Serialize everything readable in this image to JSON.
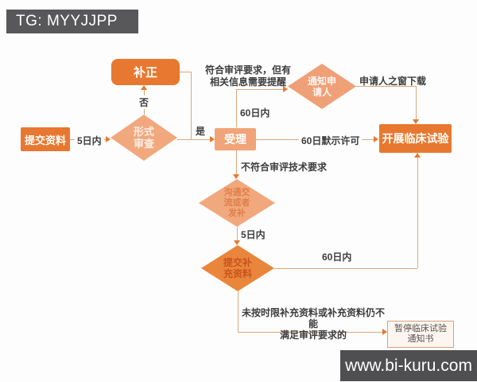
{
  "badge": {
    "text": "TG: MYYJJPP",
    "bg": "#58585A",
    "color": "#ffffff"
  },
  "watermark": {
    "text": "www.bi-kuru.com",
    "bg": "#4F4F51",
    "color": "#ffffff"
  },
  "colors": {
    "solid_orange": "#E8782F",
    "light_orange_fill": "#F1A87D",
    "acceptance_fill": "#F0A478",
    "notify_fill": "#EFA077",
    "supplement_fill": "#E9863B",
    "connector_line": "#DBA87F",
    "label_text": "#3D3D3D",
    "outline_box_border": "#D99E7A",
    "outline_box_bg": "#FDF6F0"
  },
  "nodes": {
    "submit": {
      "label": "提交资料"
    },
    "formal_review": {
      "line1": "形式",
      "line2": "审查"
    },
    "correction": {
      "label": "补正"
    },
    "acceptance": {
      "label": "受理"
    },
    "notify": {
      "line1": "通知申",
      "line2": "请人"
    },
    "conduct": {
      "label": "开展临床试验"
    },
    "communicate": {
      "line1": "沟通交",
      "line2": "流或者",
      "line3": "发补"
    },
    "supplement": {
      "line1": "提交补",
      "line2": "充资料"
    },
    "suspend": {
      "line1": "暂停临床试验",
      "line2": "通知书"
    }
  },
  "labels": {
    "within_5_days_1": "5日内",
    "no": "否",
    "yes": "是",
    "meets_line1": "符合审评要求，但有",
    "meets_line2": "相关信息需要提醒",
    "within_60_days_up": "60日内",
    "applicant_window": "申请人之窗下载",
    "implied_permission": "60日默示许可",
    "not_meet": "不符合审评技术要求",
    "within_5_days_2": "5日内",
    "within_60_days_right": "60日内",
    "overdue_line1": "未按时限补充资料或补充资料仍不能",
    "overdue_line2": "满足审评要求的"
  }
}
